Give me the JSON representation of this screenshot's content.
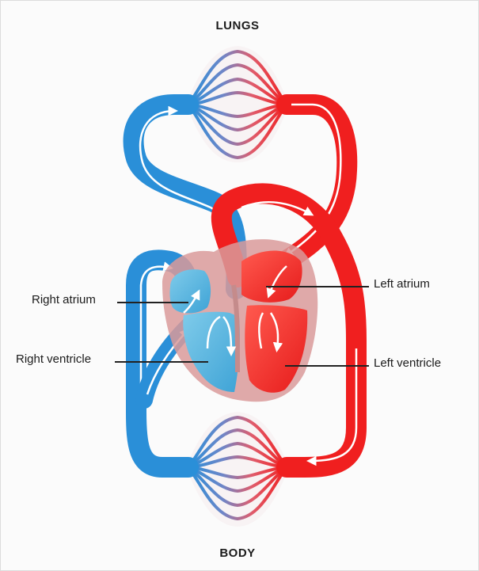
{
  "labels": {
    "top": "LUNGS",
    "bottom": "BODY",
    "right_atrium": "Right atrium",
    "right_ventricle": "Right ventricle",
    "left_atrium": "Left atrium",
    "left_ventricle": "Left ventricle"
  },
  "colors": {
    "deoxygenated": "#2a8fd8",
    "oxygenated": "#f01f1f",
    "heart_wall": "#d99a9a",
    "right_chamber": "#5fb7de",
    "left_chamber": "#f23a35",
    "arrow": "#ffffff"
  }
}
